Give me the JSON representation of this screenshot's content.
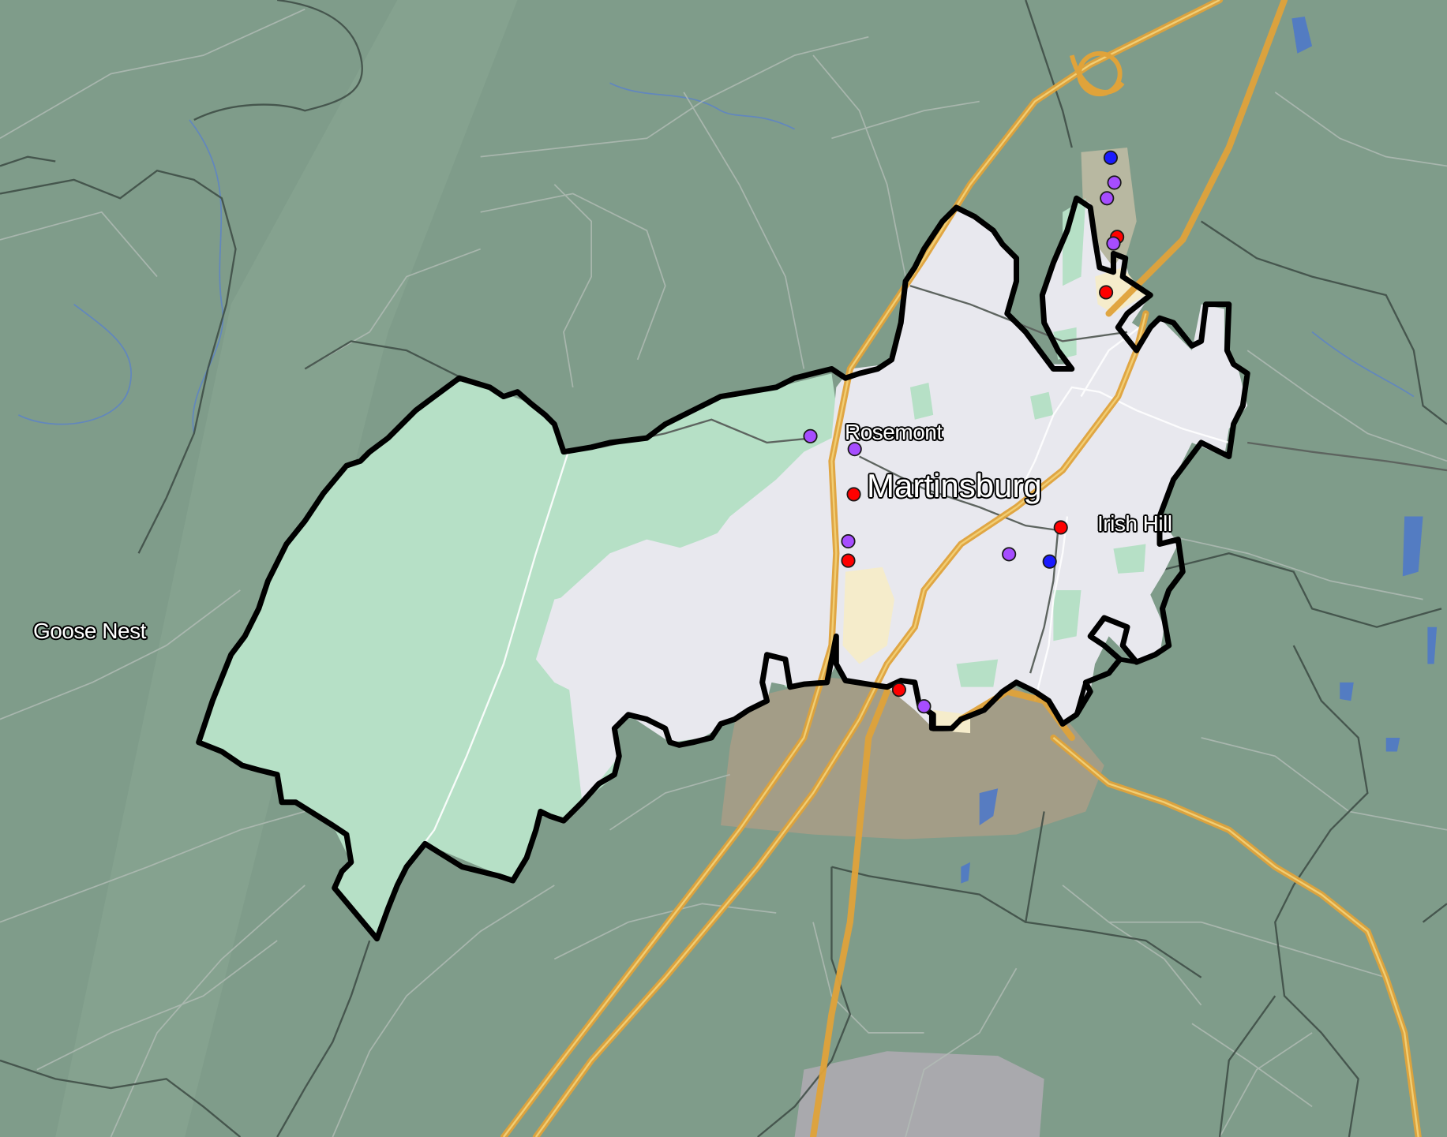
{
  "map": {
    "place_labels": {
      "martinsburg": "Martinsburg",
      "rosemont": "Rosemont",
      "irish_hill": "Irish Hill",
      "goose_nest": "Goose Nest"
    },
    "marker_colors": {
      "red": "#ff0000",
      "purple": "#a64dff",
      "blue": "#1a1aff"
    },
    "colors": {
      "background": "#7f9c8a",
      "city_area": "#e8e8ee",
      "annexed_area": "#b6e0c6",
      "industrial_area": "#a79d86",
      "highway": "#e9aa3c",
      "boundary": "#000000",
      "water": "#4f79c8"
    },
    "markers": [
      {
        "id": "marker-1",
        "color": "blue"
      },
      {
        "id": "marker-2",
        "color": "purple"
      },
      {
        "id": "marker-3",
        "color": "purple"
      },
      {
        "id": "marker-4",
        "color": "red"
      },
      {
        "id": "marker-5",
        "color": "purple"
      },
      {
        "id": "marker-6",
        "color": "red"
      },
      {
        "id": "marker-7",
        "color": "purple"
      },
      {
        "id": "marker-8",
        "color": "purple"
      },
      {
        "id": "marker-9",
        "color": "red"
      },
      {
        "id": "marker-10",
        "color": "purple"
      },
      {
        "id": "marker-11",
        "color": "red"
      },
      {
        "id": "marker-12",
        "color": "red"
      },
      {
        "id": "marker-13",
        "color": "purple"
      },
      {
        "id": "marker-14",
        "color": "blue"
      },
      {
        "id": "marker-15",
        "color": "red"
      },
      {
        "id": "marker-16",
        "color": "purple"
      }
    ]
  }
}
